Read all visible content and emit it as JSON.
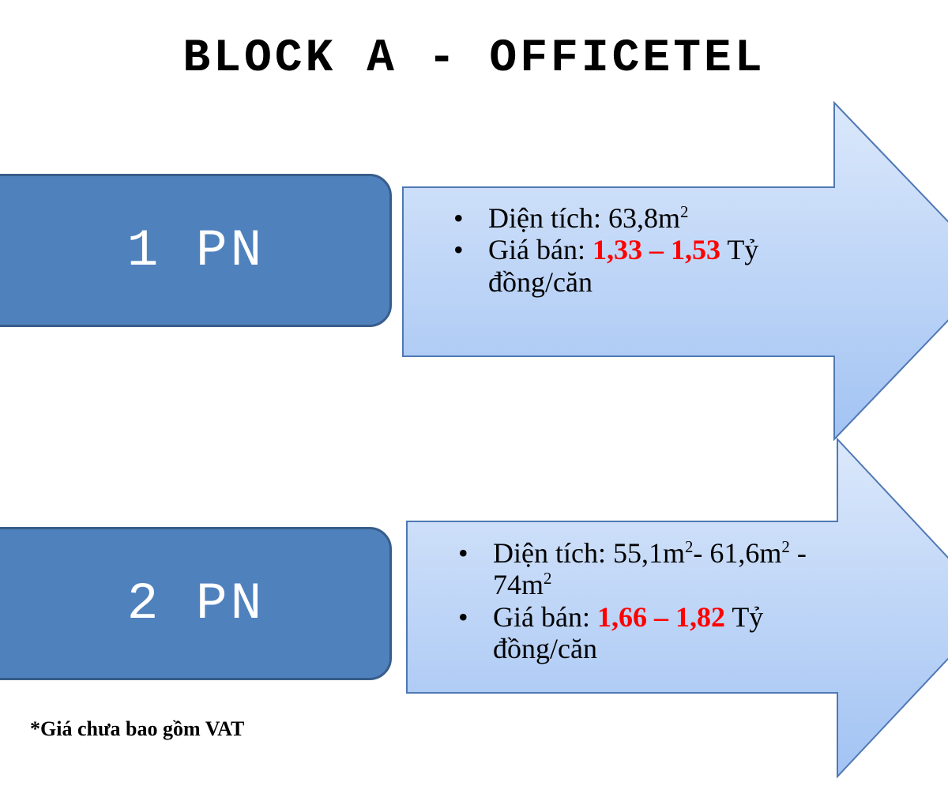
{
  "title": "BLOCK A - OFFICETEL",
  "colors": {
    "box_fill": "#4f81bd",
    "box_border": "#385d8a",
    "arrow_top": "#dbe8fb",
    "arrow_bottom": "#a2c3f3",
    "arrow_border": "#4f78b4",
    "price": "#ff0000"
  },
  "units": [
    {
      "label": "1 PN",
      "area_label": "Diện tích: ",
      "area_value": "63,8m",
      "area_sup": "2",
      "price_label": "Giá bán: ",
      "price_value": "1,33 – 1,53",
      "price_unit": " Tỷ đồng/căn"
    },
    {
      "label": "2 PN",
      "area_label": "Diện tích: ",
      "area_parts": [
        {
          "text": "55,1m",
          "sup": "2"
        },
        {
          "text": "- 61,6m",
          "sup": "2"
        },
        {
          "text": " - 74m",
          "sup": "2"
        }
      ],
      "price_label": "Giá bán: ",
      "price_value": "1,66 – 1,82",
      "price_unit": " Tỷ đồng/căn"
    }
  ],
  "note": "*Giá chưa bao gồm VAT"
}
